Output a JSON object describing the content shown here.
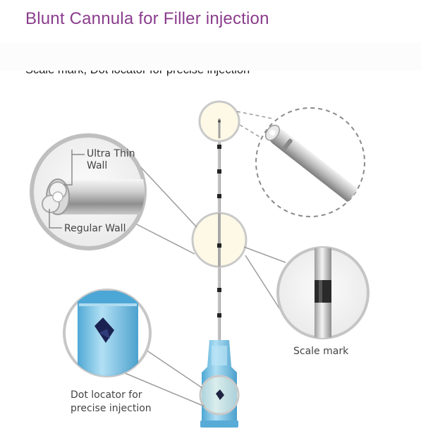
{
  "heading": {
    "title": "Blunt Cannula for Filler injection",
    "subtitle": "Scale mark, Dot locator for precise injection"
  },
  "callouts": {
    "ultra_thin_line1": "Ultra Thin",
    "ultra_thin_line2": "Wall",
    "regular_wall": "Regular Wall",
    "scale_mark": "Scale mark",
    "dot_locator_line1": "Dot locator for",
    "dot_locator_line2": "precise injection"
  },
  "colors": {
    "title": "#8a3d8c",
    "hub_blue": "#5fb6df",
    "spot_fill": "#fdf9e6"
  }
}
